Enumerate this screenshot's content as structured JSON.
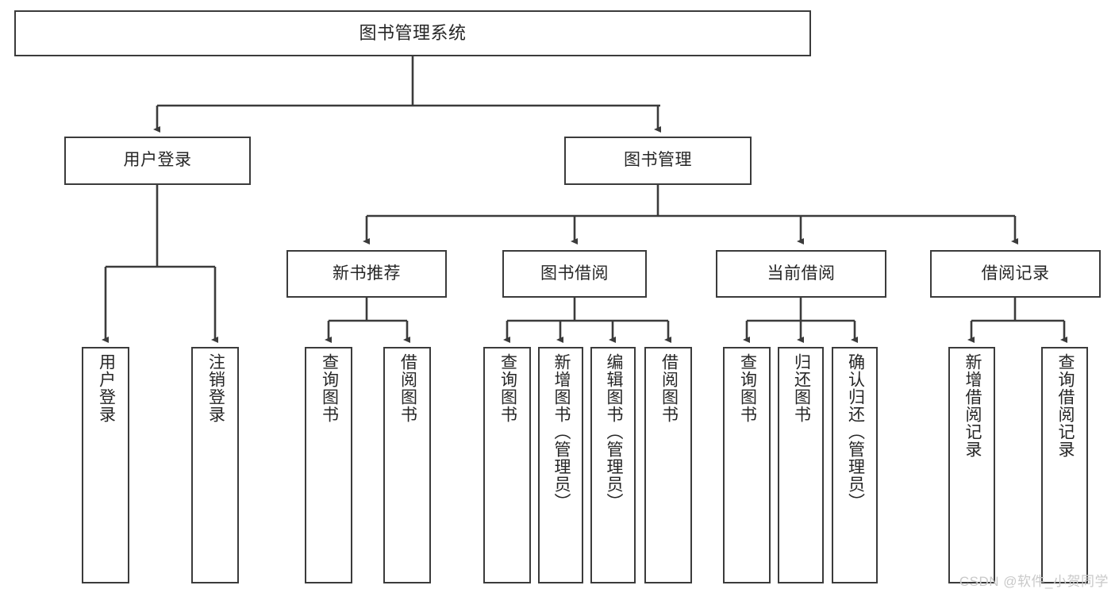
{
  "diagram": {
    "title": "图书管理系统",
    "type": "tree-hierarchy",
    "watermark": "CSDN @软件_小贺同学",
    "colors": {
      "background": "#ffffff",
      "node_border": "#3b3b3b",
      "node_fill": "#ffffff",
      "edge": "#3b3b3b",
      "text": "#262626",
      "watermark": "#c9c9c9"
    },
    "root": {
      "label": "图书管理系统"
    },
    "level2": [
      {
        "label": "用户登录"
      },
      {
        "label": "图书管理"
      }
    ],
    "level3": [
      {
        "label": "新书推荐"
      },
      {
        "label": "图书借阅"
      },
      {
        "label": "当前借阅"
      },
      {
        "label": "借阅记录"
      }
    ],
    "leaves": {
      "user_login": [
        {
          "label": "用户登录"
        },
        {
          "label": "注销登录"
        }
      ],
      "new_book_recommend": [
        {
          "label": "查询图书"
        },
        {
          "label": "借阅图书"
        }
      ],
      "book_borrow": [
        {
          "label": "查询图书"
        },
        {
          "label": "新增图书（管理员）"
        },
        {
          "label": "编辑图书（管理员）"
        },
        {
          "label": "借阅图书"
        }
      ],
      "current_borrow": [
        {
          "label": "查询图书"
        },
        {
          "label": "归还图书"
        },
        {
          "label": "确认归还（管理员）"
        }
      ],
      "borrow_record": [
        {
          "label": "新增借阅记录"
        },
        {
          "label": "查询借阅记录"
        }
      ]
    }
  }
}
